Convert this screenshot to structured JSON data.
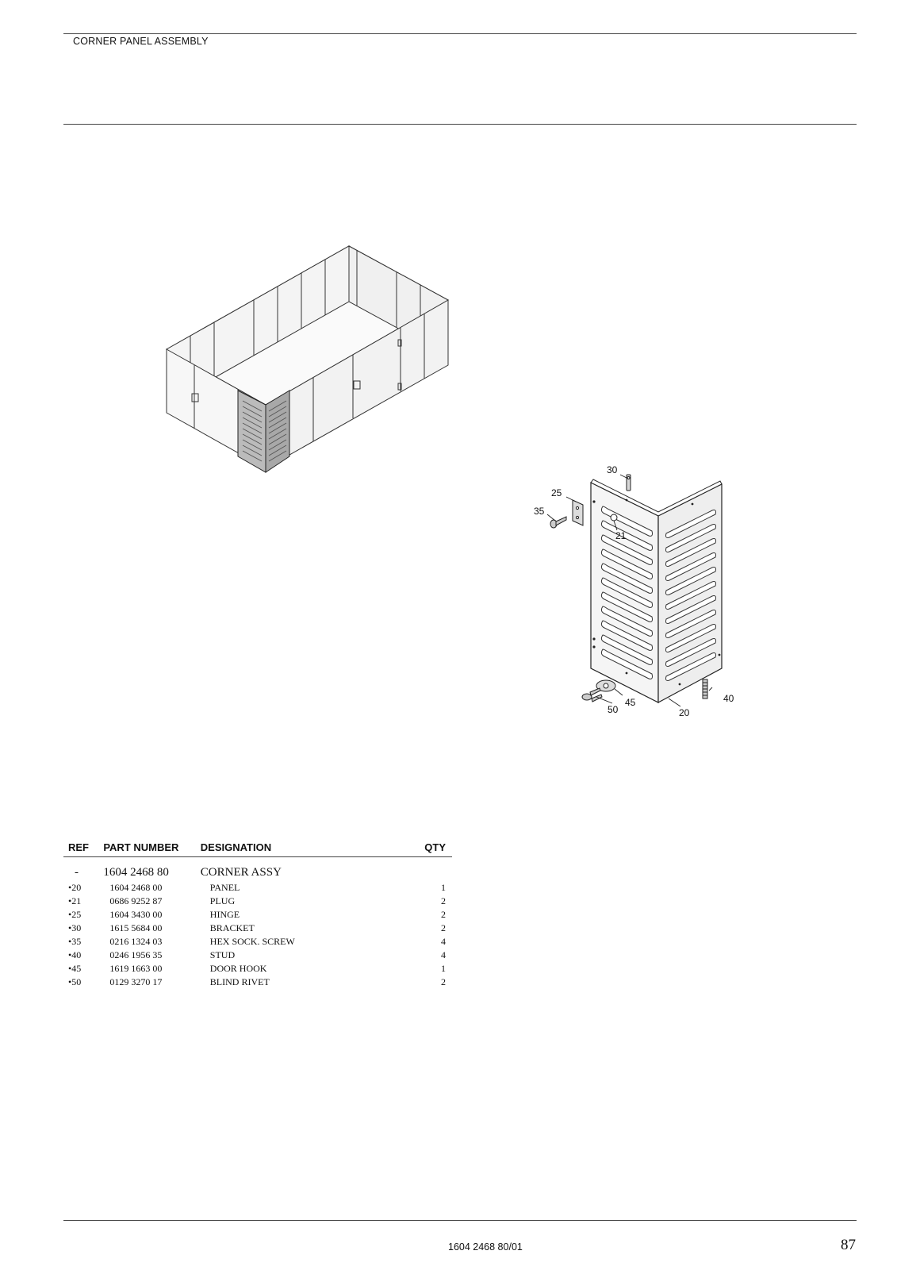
{
  "header": {
    "title": "CORNER PANEL ASSEMBLY"
  },
  "callouts": {
    "c20": "20",
    "c21": "21",
    "c25": "25",
    "c30": "30",
    "c35": "35",
    "c40": "40",
    "c45": "45",
    "c50": "50"
  },
  "table": {
    "headers": {
      "ref": "REF",
      "part_number": "PART NUMBER",
      "designation": "DESIGNATION",
      "qty": "QTY"
    },
    "assembly": {
      "ref": "-",
      "part_number": "1604 2468 80",
      "designation": "CORNER ASSY",
      "qty": ""
    },
    "rows": [
      {
        "ref": "•20",
        "part_number": "1604 2468 00",
        "designation": "PANEL",
        "qty": "1"
      },
      {
        "ref": "•21",
        "part_number": "0686 9252 87",
        "designation": "PLUG",
        "qty": "2"
      },
      {
        "ref": "•25",
        "part_number": "1604 3430 00",
        "designation": "HINGE",
        "qty": "2"
      },
      {
        "ref": "•30",
        "part_number": "1615 5684 00",
        "designation": "BRACKET",
        "qty": "2"
      },
      {
        "ref": "•35",
        "part_number": "0216 1324 03",
        "designation": "HEX SOCK. SCREW",
        "qty": "4"
      },
      {
        "ref": "•40",
        "part_number": "0246 1956 35",
        "designation": "STUD",
        "qty": "4"
      },
      {
        "ref": "•45",
        "part_number": "1619 1663 00",
        "designation": "DOOR HOOK",
        "qty": "1"
      },
      {
        "ref": "•50",
        "part_number": "0129 3270 17",
        "designation": "BLIND RIVET",
        "qty": "2"
      }
    ]
  },
  "footer": {
    "document_code": "1604 2468 80/01",
    "page_number": "87"
  }
}
